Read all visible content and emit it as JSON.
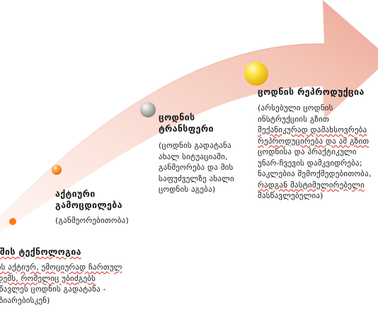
{
  "colors": {
    "arrow_light": "#fdf4f0",
    "arrow_mid": "#f6cfc3",
    "arrow_dark": "#e9a392",
    "dot_orange": "#ff7a1a",
    "dot_silver": "#b8b8b8",
    "dot_gold": "#ffd000",
    "spellcheck_underline": "#e02020"
  },
  "stages": [
    {
      "title": "ამაშის ტექნოლოგია",
      "desc_lines": [
        "ქმნის აქტიურ, ემოციურად ჩართულ",
        "აკადემს, რომელიც უბიძგებს",
        "მოსწავლეს ცოდნის გადატანა -",
        "ადაზიარებისკენ)"
      ],
      "dot_icon": "orange-dot-icon"
    },
    {
      "title": "აქტიური გამოცდილება",
      "desc_lines": [
        "(განმეორებითობა)"
      ],
      "dot_icon": "orange-sphere-icon"
    },
    {
      "title": "ცოდნის ტრანსფერი",
      "desc_lines": [
        "(ცოდნის გადატანა",
        "ახალ სიტუაციაში,",
        "განმეორება და მის",
        "საფუძველზე ახალი",
        "ცოდნის აგება)"
      ],
      "dot_icon": "silver-sphere-icon"
    },
    {
      "title": "ცოდნის რეპროდუქცია",
      "desc_lines": [
        "(არსებული ცოდნის",
        "ინსტრუქციის გზით",
        "მექანიკურად დამახსოვრება",
        "რეპროდუცირება და ამ გზით",
        "ცოდნისა და პრაქტიკული",
        "უნარ-ჩვევის დამკვიდრება;",
        "ნაკლებია შემოქმედებითობა,",
        "რადგან მასტიმულირებელი",
        "მასწავლებელია)"
      ],
      "dot_icon": "gold-sphere-icon"
    }
  ]
}
